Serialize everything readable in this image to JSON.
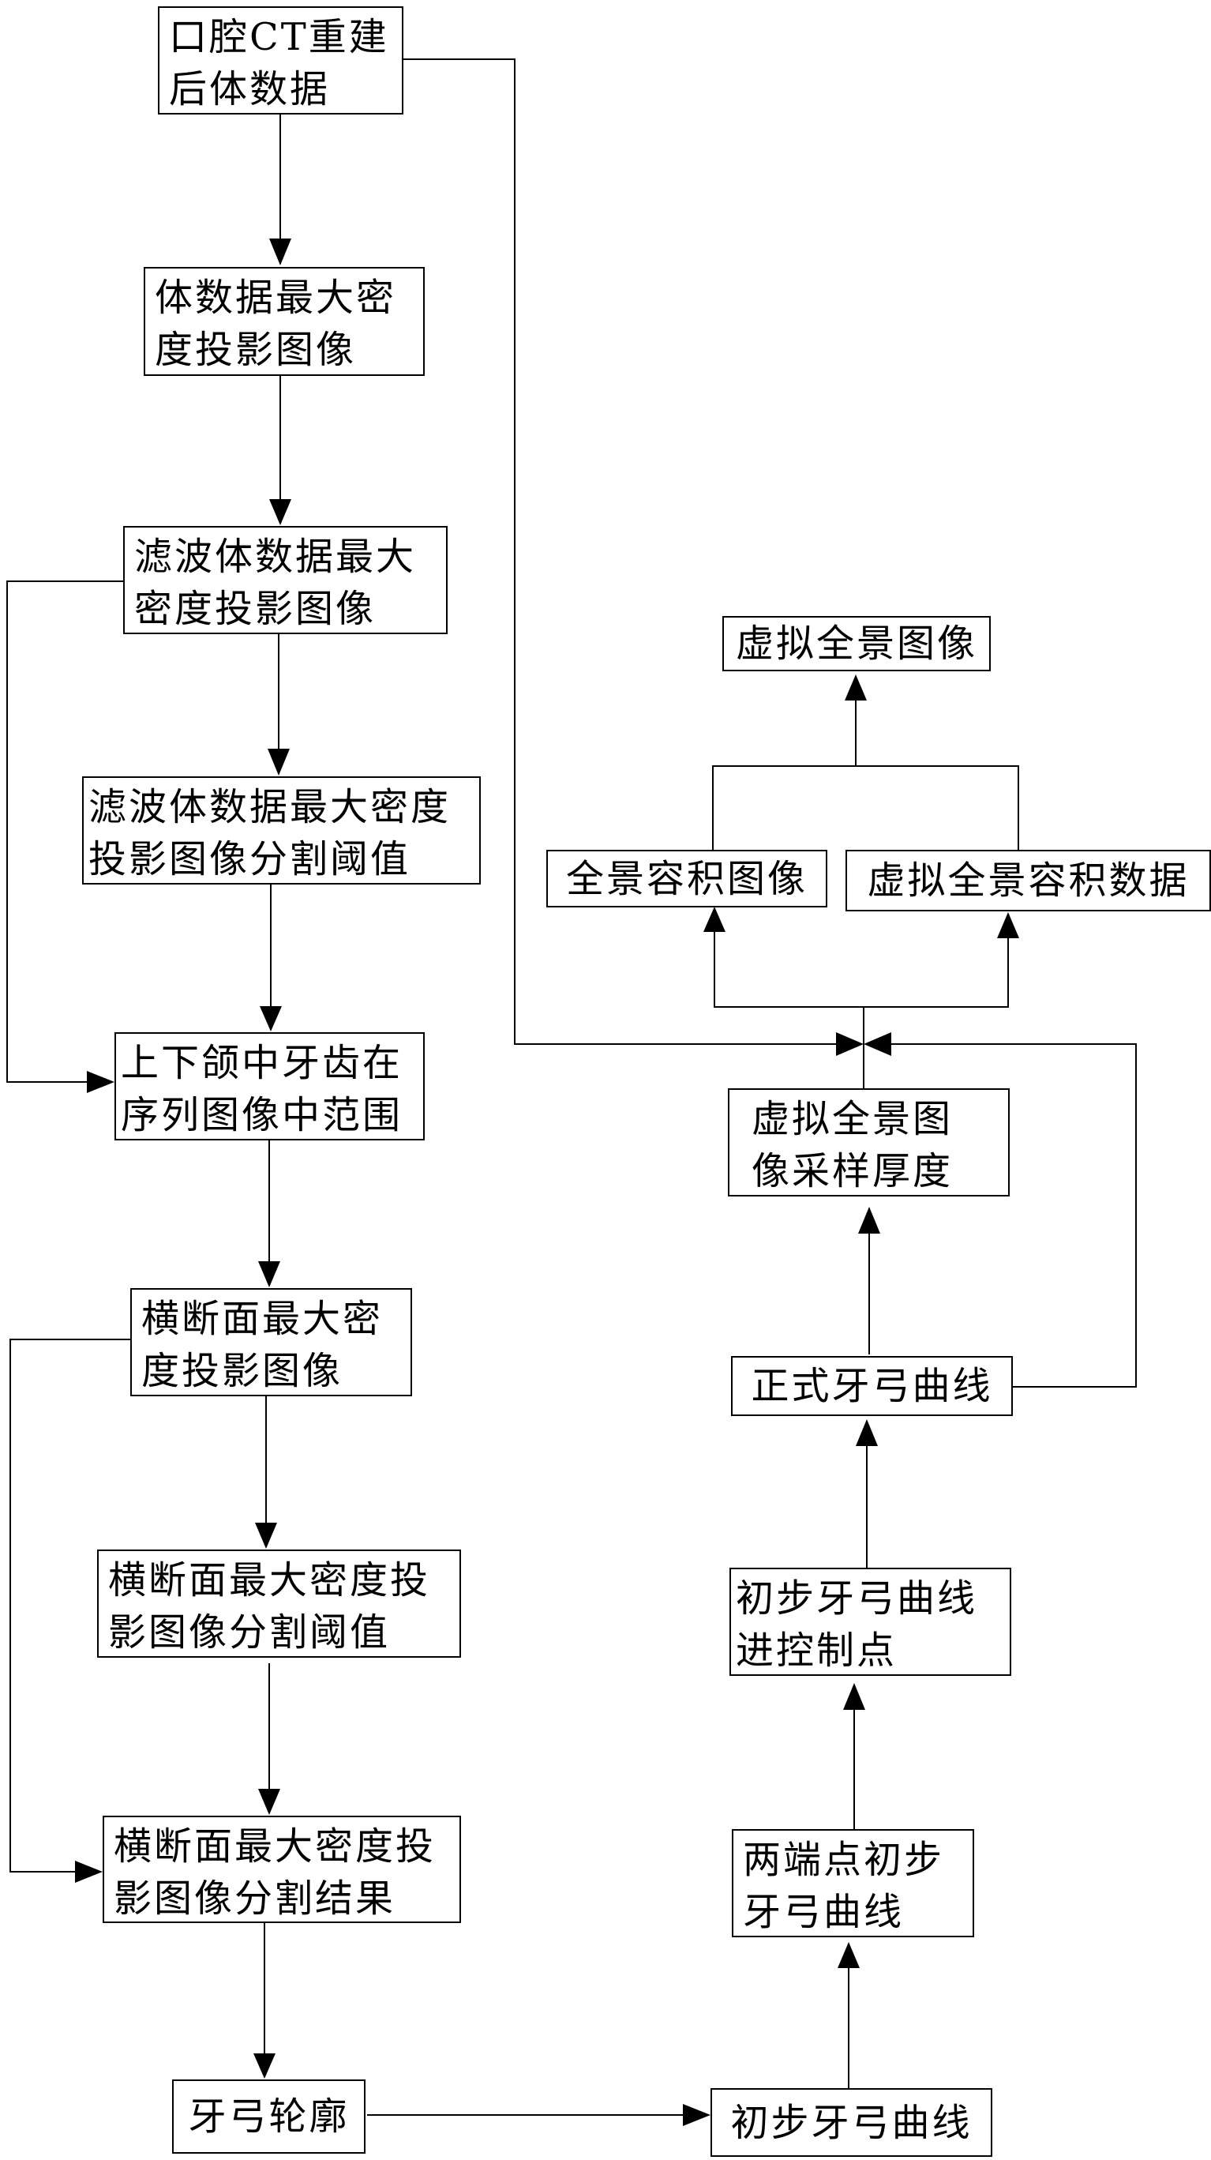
{
  "diagram": {
    "title": "口腔CT虚拟全景图像生成流程",
    "nodes": {
      "ct_volume": {
        "lines": [
          "口腔CT重建",
          "后体数据"
        ]
      },
      "volume_mip": {
        "lines": [
          "体数据最大密",
          "度投影图像"
        ]
      },
      "filtered_mip": {
        "lines": [
          "滤波体数据最大",
          "密度投影图像"
        ]
      },
      "filtered_mip_threshold": {
        "lines": [
          "滤波体数据最大密度",
          "投影图像分割阈值"
        ]
      },
      "teeth_range": {
        "lines": [
          "上下颌中牙齿在",
          "序列图像中范围"
        ]
      },
      "axial_mip": {
        "lines": [
          "横断面最大密",
          "度投影图像"
        ]
      },
      "axial_mip_threshold": {
        "lines": [
          "横断面最大密度投",
          "影图像分割阈值"
        ]
      },
      "axial_mip_result": {
        "lines": [
          "横断面最大密度投",
          "影图像分割结果"
        ]
      },
      "arch_contour": {
        "lines": [
          "牙弓轮廓"
        ]
      },
      "initial_arch_curve": {
        "lines": [
          "初步牙弓曲线"
        ]
      },
      "endpoint_initial_curve": {
        "lines": [
          "两端点初步",
          "牙弓曲线"
        ]
      },
      "control_points": {
        "lines": [
          "初步牙弓曲线",
          "进控制点"
        ]
      },
      "formal_arch_curve": {
        "lines": [
          "正式牙弓曲线"
        ]
      },
      "sampling_thickness": {
        "lines": [
          "虚拟全景图",
          "像采样厚度"
        ]
      },
      "panoramic_volume_image": {
        "lines": [
          "全景容积图像"
        ]
      },
      "virtual_panoramic_volume_data": {
        "lines": [
          "虚拟全景容积数据"
        ]
      },
      "virtual_panoramic_image": {
        "lines": [
          "虚拟全景图像"
        ]
      }
    },
    "edges": [
      [
        "ct_volume",
        "volume_mip"
      ],
      [
        "volume_mip",
        "filtered_mip"
      ],
      [
        "filtered_mip",
        "filtered_mip_threshold"
      ],
      [
        "filtered_mip_threshold",
        "teeth_range"
      ],
      [
        "filtered_mip",
        "teeth_range"
      ],
      [
        "teeth_range",
        "axial_mip"
      ],
      [
        "axial_mip",
        "axial_mip_threshold"
      ],
      [
        "axial_mip_threshold",
        "axial_mip_result"
      ],
      [
        "axial_mip",
        "axial_mip_result"
      ],
      [
        "axial_mip_result",
        "arch_contour"
      ],
      [
        "arch_contour",
        "initial_arch_curve"
      ],
      [
        "initial_arch_curve",
        "endpoint_initial_curve"
      ],
      [
        "endpoint_initial_curve",
        "control_points"
      ],
      [
        "control_points",
        "formal_arch_curve"
      ],
      [
        "formal_arch_curve",
        "sampling_thickness"
      ],
      [
        "ct_volume",
        "panoramic_volume_image"
      ],
      [
        "formal_arch_curve",
        "virtual_panoramic_volume_data"
      ],
      [
        "sampling_thickness",
        "panoramic_volume_image"
      ],
      [
        "sampling_thickness",
        "virtual_panoramic_volume_data"
      ],
      [
        "panoramic_volume_image",
        "virtual_panoramic_image"
      ],
      [
        "virtual_panoramic_volume_data",
        "virtual_panoramic_image"
      ]
    ]
  }
}
